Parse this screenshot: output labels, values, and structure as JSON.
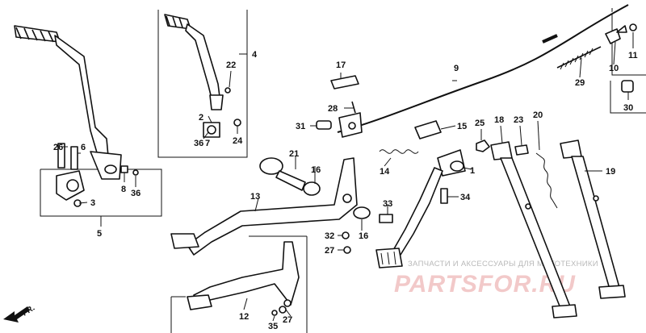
{
  "diagram": {
    "callouts": {
      "c1": "1",
      "c2": "2",
      "c3": "3",
      "c4": "4",
      "c5": "5",
      "c6": "6",
      "c7": "7",
      "c8": "8",
      "c9": "9",
      "c10": "10",
      "c11": "11",
      "c12": "12",
      "c13": "13",
      "c14": "14",
      "c15": "15",
      "c16a": "16",
      "c16b": "16",
      "c17": "17",
      "c18": "18",
      "c19": "19",
      "c20": "20",
      "c21": "21",
      "c22": "22",
      "c23": "23",
      "c24": "24",
      "c25": "25",
      "c26": "26",
      "c27a": "27",
      "c27b": "27",
      "c28": "28",
      "c29": "29",
      "c30": "30",
      "c31": "31",
      "c32": "32",
      "c33": "33",
      "c34": "34",
      "c35": "35",
      "c36a": "36",
      "c36b": "36"
    },
    "direction_label": "FR.",
    "watermark": {
      "line1": "ЗАПЧАСТИ И АКСЕССУАРЫ ДЛЯ МОТОТЕХНИКИ",
      "line2": "PARTSFOR.RU"
    }
  },
  "colors": {
    "ink": "#111111",
    "background": "#ffffff",
    "watermark_logo": "#f2c9c9",
    "watermark_text": "#b9b9b9"
  }
}
